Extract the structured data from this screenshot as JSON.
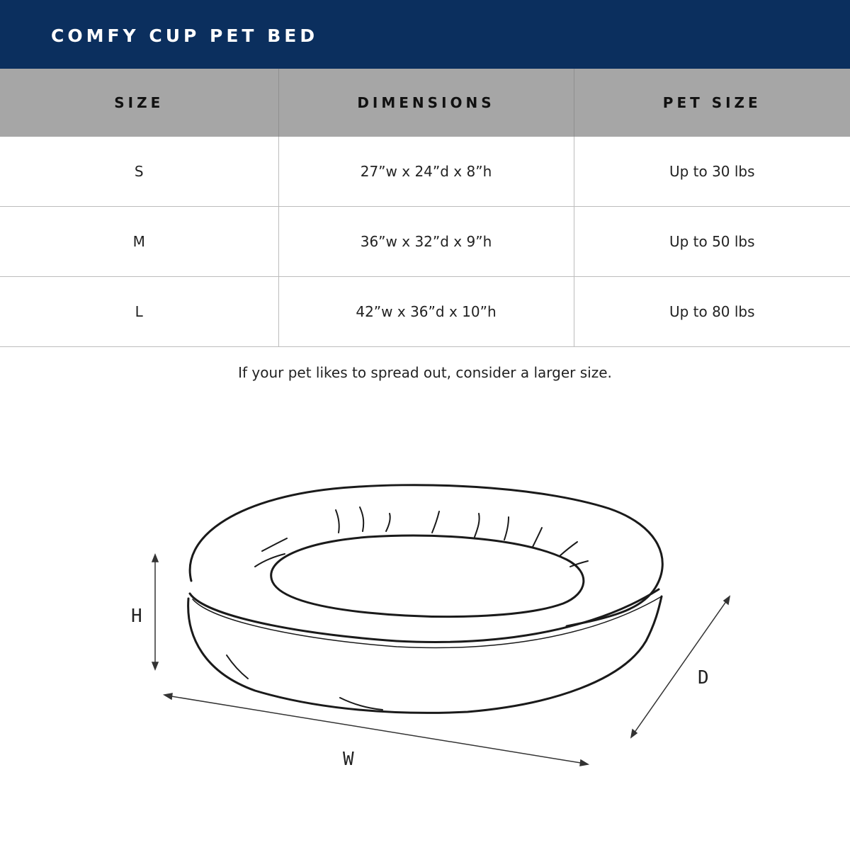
{
  "header": {
    "title": "COMFY CUP PET BED"
  },
  "table": {
    "columns": [
      "SIZE",
      "DIMENSIONS",
      "PET SIZE"
    ],
    "rows": [
      {
        "size": "S",
        "dimensions": "27”w x 24”d x 8”h",
        "pet_size": "Up to 30 lbs"
      },
      {
        "size": "M",
        "dimensions": "36”w x 32”d x 9”h",
        "pet_size": "Up to 50 lbs"
      },
      {
        "size": "L",
        "dimensions": "42”w x 36”d x 10”h",
        "pet_size": "Up to 80 lbs"
      }
    ]
  },
  "note": "If your pet likes to spread out, consider a larger size.",
  "diagram": {
    "height_label": "H",
    "width_label": "W",
    "depth_label": "D"
  },
  "colors": {
    "header_bg": "#0b2f5e",
    "table_header_bg": "#a6a6a6",
    "grid_line": "#bdbdbd"
  }
}
